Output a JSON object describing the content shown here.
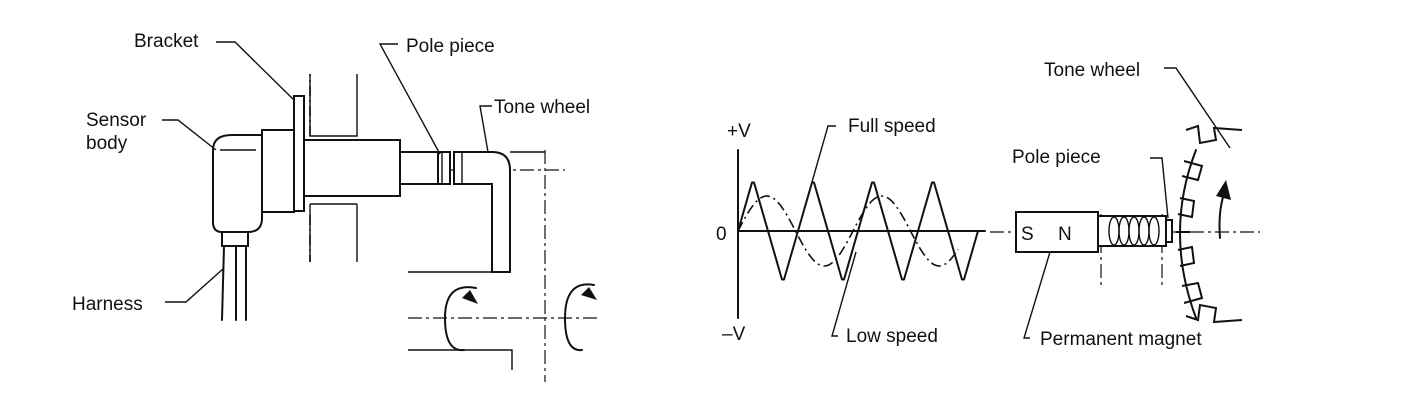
{
  "left_diagram": {
    "labels": {
      "bracket": "Bracket",
      "pole_piece": "Pole piece",
      "tone_wheel": "Tone wheel",
      "sensor_body_line1": "Sensor",
      "sensor_body_line2": "body",
      "harness": "Harness"
    }
  },
  "waveform": {
    "labels": {
      "plus_v": "+V",
      "zero": "0",
      "minus_v": "–V",
      "full_speed": "Full speed",
      "low_speed": "Low speed"
    }
  },
  "right_diagram": {
    "labels": {
      "tone_wheel": "Tone wheel",
      "pole_piece": "Pole piece",
      "magnet_s": "S",
      "magnet_n": "N",
      "permanent_magnet": "Permanent magnet"
    }
  }
}
